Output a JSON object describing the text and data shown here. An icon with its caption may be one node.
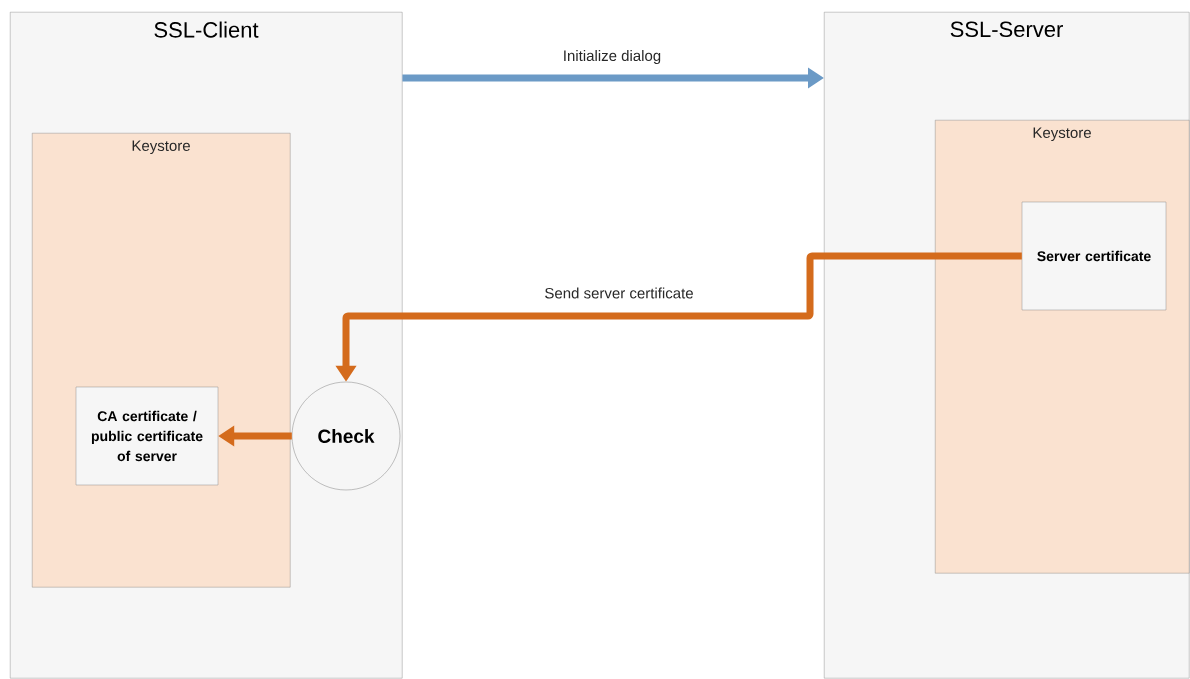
{
  "diagram": {
    "nodes": [
      {
        "text": [
          "SSL-Client"
        ]
      },
      {
        "text": [
          "Keystore"
        ],
        "in": 0
      },
      {
        "text": [
          "CA certificate / public certificate of server"
        ],
        "in": 1
      },
      {
        "text": [
          "Check"
        ],
        "in": 0
      },
      {
        "text": [
          "SSL-Server"
        ]
      },
      {
        "text": [
          "Keystore"
        ],
        "in": 4
      },
      {
        "text": [
          "Server certificate"
        ],
        "in": 5
      }
    ],
    "edges": [
      {
        "from": 0,
        "to": 4,
        "arrow": "to",
        "label": "Initialize dialog",
        "color": "#6b9ac6"
      },
      {
        "from": 6,
        "to": 3,
        "arrow": "to",
        "label": "Send server certificate"
      },
      {
        "from": 3,
        "to": 2,
        "arrow": "to"
      }
    ]
  }
}
